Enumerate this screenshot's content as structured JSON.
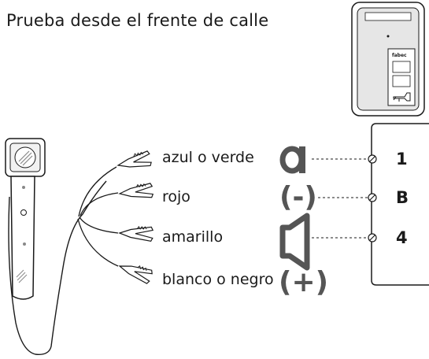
{
  "title": "Prueba desde el frente de calle",
  "panel_brand": "fabec",
  "wires": [
    {
      "label": "azul o verde"
    },
    {
      "label": "rojo"
    },
    {
      "label": "amarillo"
    },
    {
      "label": "blanco o negro"
    }
  ],
  "symbols": [
    {
      "name": "microphone-icon",
      "text": ""
    },
    {
      "name": "minus-symbol",
      "text": "(-)"
    },
    {
      "name": "speaker-icon",
      "text": ""
    },
    {
      "name": "plus-symbol",
      "text": "(+)"
    }
  ],
  "terminals": [
    {
      "label": "1"
    },
    {
      "label": "B"
    },
    {
      "label": "4"
    }
  ],
  "colors": {
    "line": "#1a1a1a",
    "symbol": "#555555",
    "panel_fill": "#e6e6e6"
  }
}
